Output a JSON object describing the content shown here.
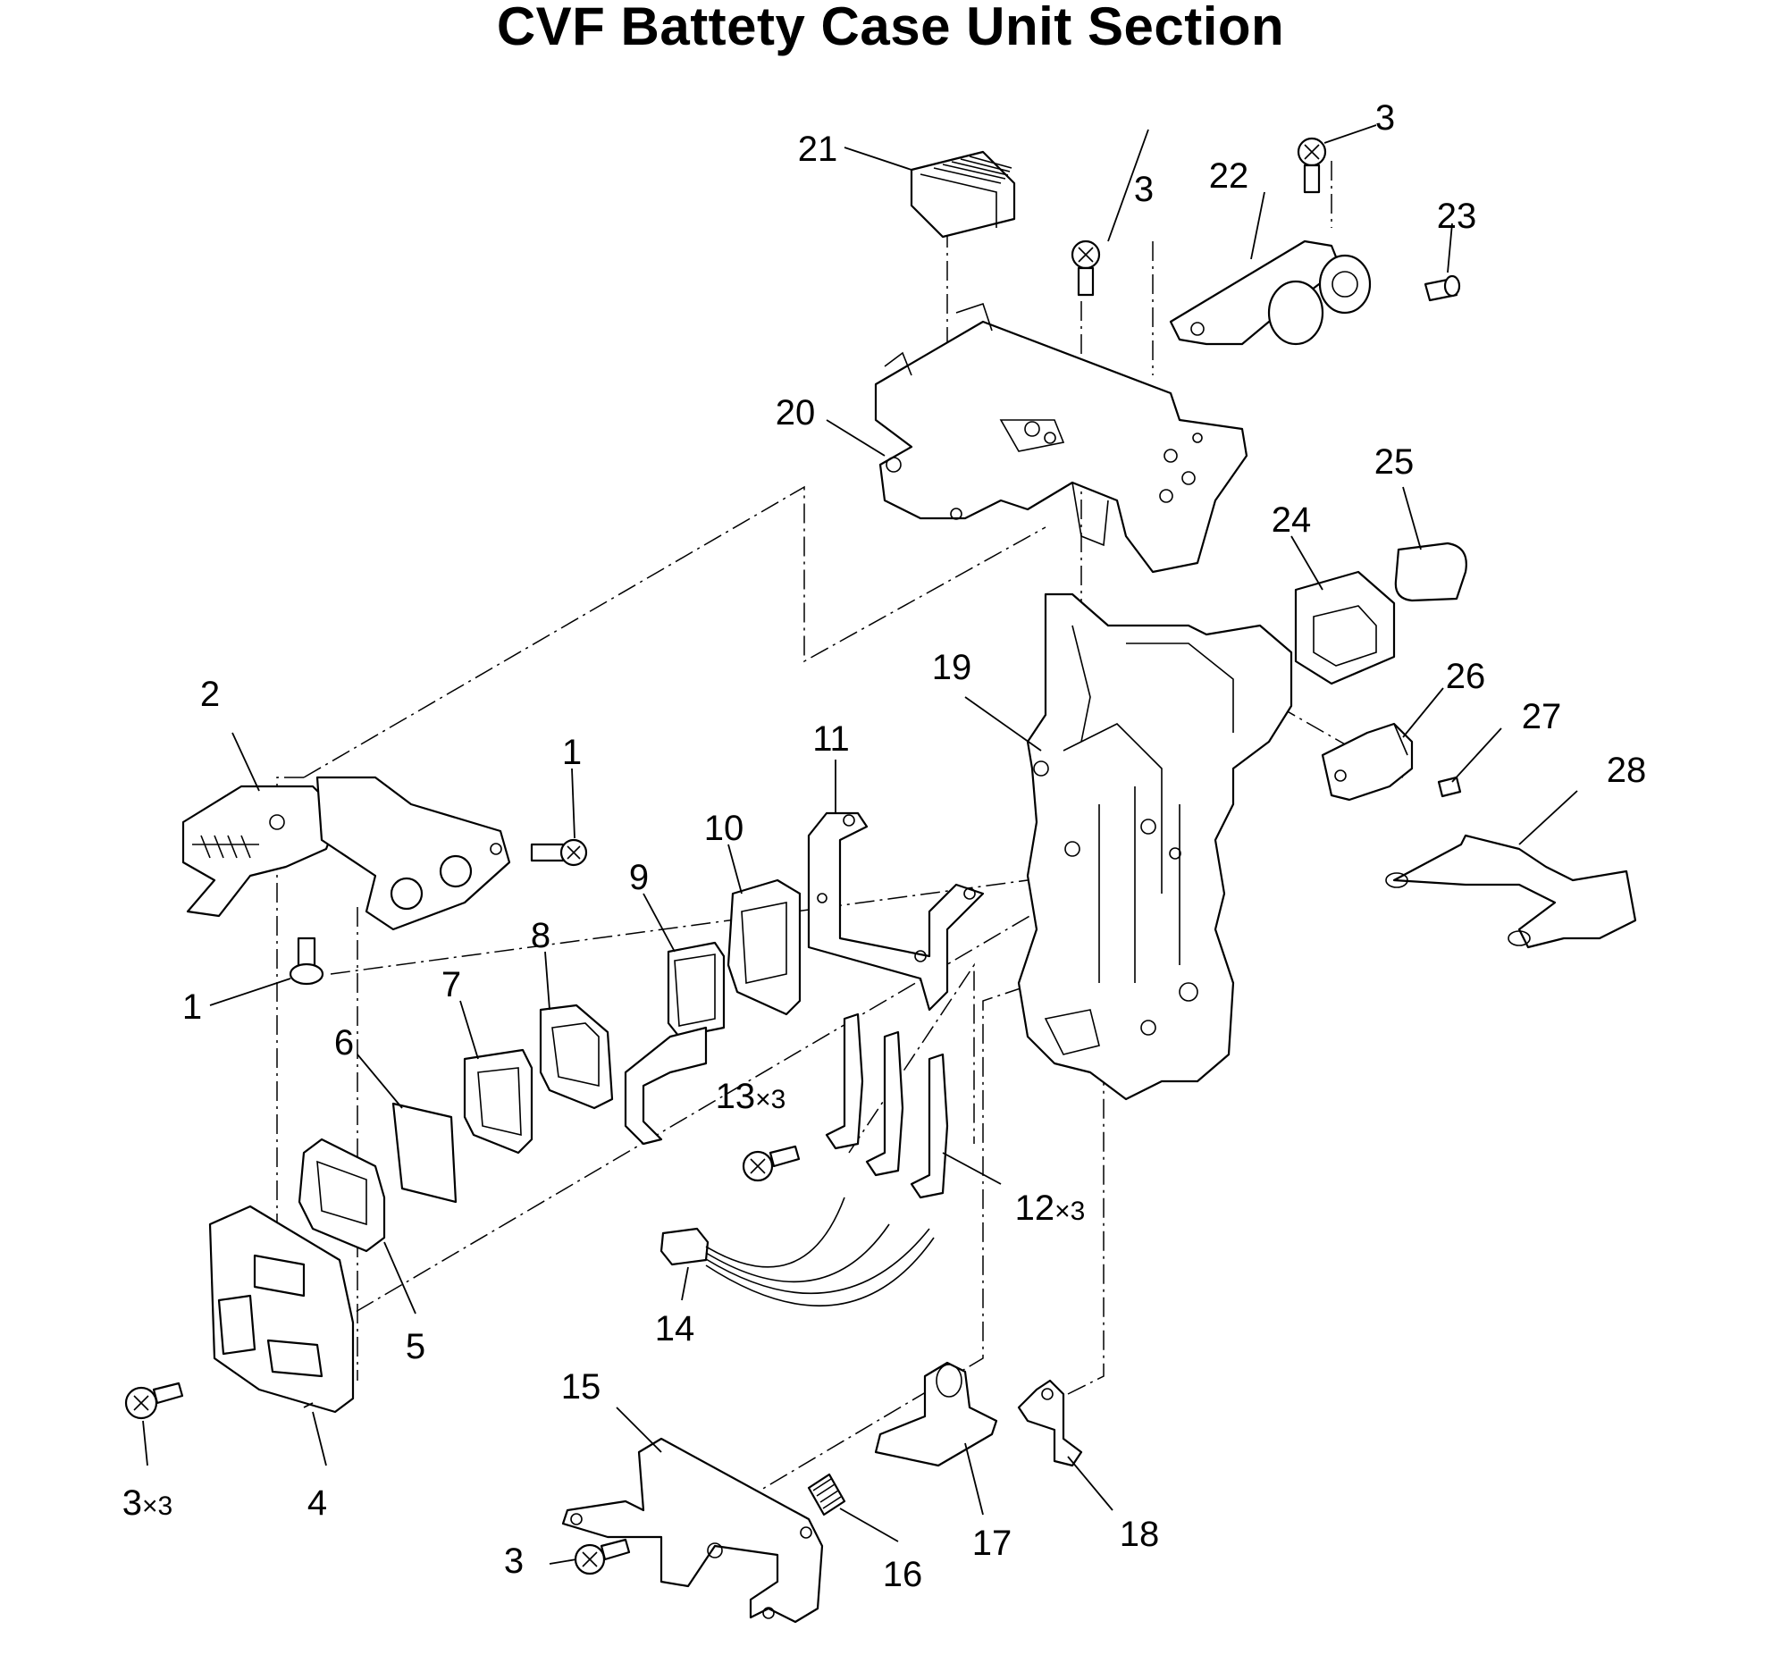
{
  "title": "CVF Battety Case Unit Section",
  "callouts": [
    {
      "id": "c-1a",
      "num": "1",
      "suffix": ""
    },
    {
      "id": "c-1b",
      "num": "1",
      "suffix": ""
    },
    {
      "id": "c-2",
      "num": "2",
      "suffix": ""
    },
    {
      "id": "c-3a",
      "num": "3",
      "suffix": ""
    },
    {
      "id": "c-3b",
      "num": "3",
      "suffix": ""
    },
    {
      "id": "c-3c",
      "num": "3",
      "suffix": "×3"
    },
    {
      "id": "c-3d",
      "num": "3",
      "suffix": ""
    },
    {
      "id": "c-4",
      "num": "4",
      "suffix": ""
    },
    {
      "id": "c-5",
      "num": "5",
      "suffix": ""
    },
    {
      "id": "c-6",
      "num": "6",
      "suffix": ""
    },
    {
      "id": "c-7",
      "num": "7",
      "suffix": ""
    },
    {
      "id": "c-8",
      "num": "8",
      "suffix": ""
    },
    {
      "id": "c-9",
      "num": "9",
      "suffix": ""
    },
    {
      "id": "c-10",
      "num": "10",
      "suffix": ""
    },
    {
      "id": "c-11",
      "num": "11",
      "suffix": ""
    },
    {
      "id": "c-12",
      "num": "12",
      "suffix": "×3"
    },
    {
      "id": "c-13",
      "num": "13",
      "suffix": "×3"
    },
    {
      "id": "c-14",
      "num": "14",
      "suffix": ""
    },
    {
      "id": "c-15",
      "num": "15",
      "suffix": ""
    },
    {
      "id": "c-16",
      "num": "16",
      "suffix": ""
    },
    {
      "id": "c-17",
      "num": "17",
      "suffix": ""
    },
    {
      "id": "c-18",
      "num": "18",
      "suffix": ""
    },
    {
      "id": "c-19",
      "num": "19",
      "suffix": ""
    },
    {
      "id": "c-20",
      "num": "20",
      "suffix": ""
    },
    {
      "id": "c-21",
      "num": "21",
      "suffix": ""
    },
    {
      "id": "c-22",
      "num": "22",
      "suffix": ""
    },
    {
      "id": "c-23",
      "num": "23",
      "suffix": ""
    },
    {
      "id": "c-24",
      "num": "24",
      "suffix": ""
    },
    {
      "id": "c-25",
      "num": "25",
      "suffix": ""
    },
    {
      "id": "c-26",
      "num": "26",
      "suffix": ""
    },
    {
      "id": "c-27",
      "num": "27",
      "suffix": ""
    },
    {
      "id": "c-28",
      "num": "28",
      "suffix": ""
    }
  ]
}
